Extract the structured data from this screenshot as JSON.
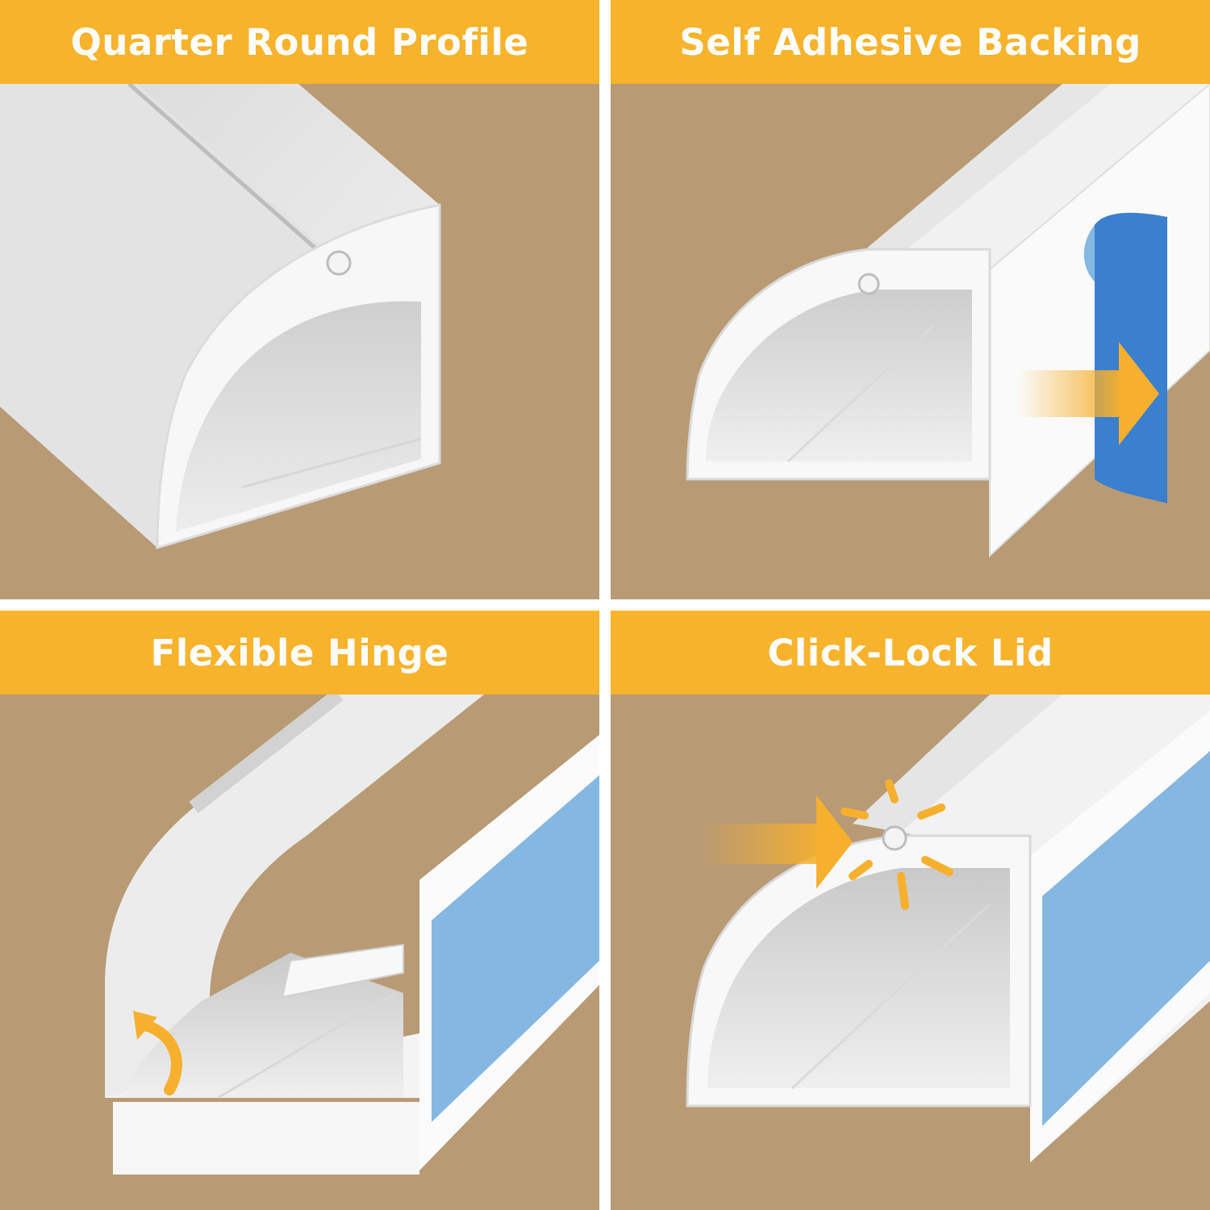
{
  "panels": [
    {
      "title": "Quarter Round Profile",
      "illustration": "quarter-round-profile"
    },
    {
      "title": "Self Adhesive Backing",
      "illustration": "adhesive-backing-peel"
    },
    {
      "title": "Flexible Hinge",
      "illustration": "flexible-hinge-open"
    },
    {
      "title": "Click-Lock Lid",
      "illustration": "click-lock-lid"
    }
  ],
  "colors": {
    "banner": "#f7b32b",
    "background": "#b89a74",
    "duct": "#f2f2f2",
    "adhesive_tape": "#84b8e2",
    "adhesive_tape_dark": "#3b7fcf",
    "accent_arrow": "#f6b02e"
  }
}
